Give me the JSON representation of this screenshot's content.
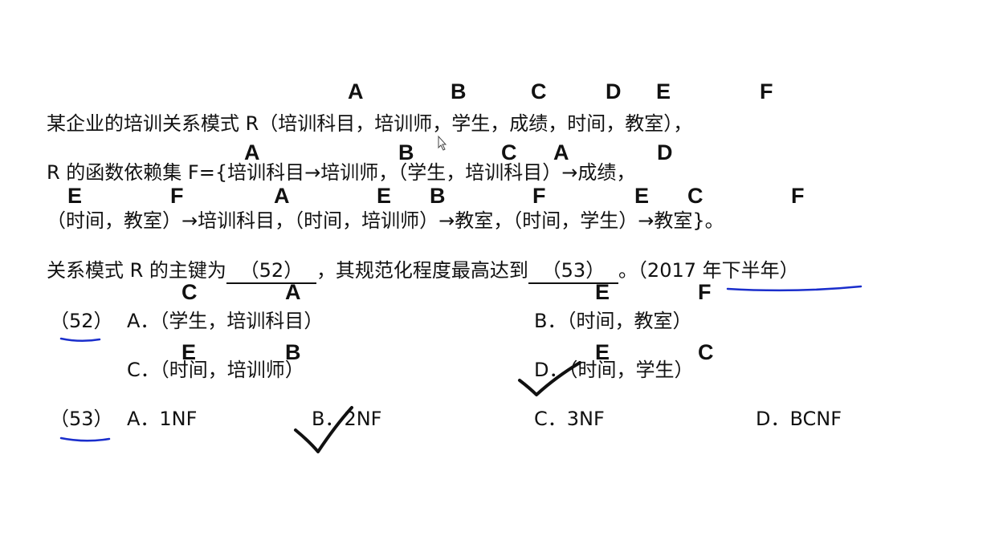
{
  "problem": {
    "line1": "某企业的培训关系模式 R（培训科目，培训师，学生，成绩，时间，教室），",
    "line2": "R 的函数依赖集 F={培训科目→培训师，（学生，培训科目）→成绩，",
    "line3": "（时间，教室）→培训科目，（时间，培训师）→教室，（时间，学生）→教室}。",
    "q_before": "关系模式 R 的主键为",
    "blank52": "（52）",
    "q_middle": "，其规范化程度最高达到",
    "blank53": "（53）",
    "q_after": "。（2017 年下半年）"
  },
  "q52": {
    "label": "（52）",
    "options": [
      {
        "text": "A．（学生，培训科目）"
      },
      {
        "text": "B．（时间，教室）"
      },
      {
        "text": "C．（时间，培训师）"
      },
      {
        "text": "D．（时间，学生）"
      }
    ]
  },
  "q53": {
    "label": "（53）",
    "options": [
      {
        "text": "A．1NF"
      },
      {
        "text": "B．2NF"
      },
      {
        "text": "C．3NF"
      },
      {
        "text": "D．BCNF"
      }
    ]
  },
  "annotations": {
    "letters": [
      "A",
      "B",
      "C",
      "D",
      "E",
      "F",
      "A",
      "B",
      "C",
      "A",
      "D",
      "E",
      "F",
      "A",
      "E",
      "B",
      "F",
      "E",
      "C",
      "F",
      "C",
      "A",
      "E",
      "F",
      "E",
      "B",
      "E",
      "C"
    ]
  },
  "ink_color": "#1a2ecc"
}
